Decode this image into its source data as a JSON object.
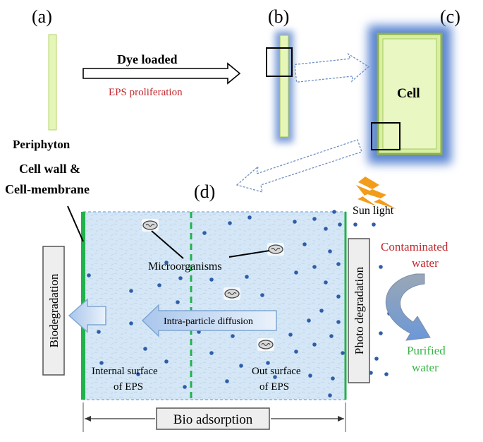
{
  "panels": {
    "a": "(a)",
    "b": "(b)",
    "c": "(c)",
    "d": "(d)"
  },
  "labels": {
    "periphyton": "Periphyton",
    "dye_loaded": "Dye loaded",
    "eps_proliferation": "EPS proliferation",
    "cell": "Cell",
    "cell_wall_line1": "Cell wall &",
    "cell_wall_line2": "Cell-membrane",
    "sun_light": "Sun light",
    "microorganisms": "Microorganisms",
    "contaminated_line1": "Contaminated",
    "contaminated_line2": "water",
    "purified_line1": "Purified",
    "purified_line2": "water",
    "biodegradation": "Biodegradation",
    "photo_degradation": "Photo degradation",
    "intra_particle_diffusion": "Intra-particle  diffusion",
    "internal_surface_line1": "Internal  surface",
    "internal_surface_line2": "of EPS",
    "out_surface_line1": "Out surface",
    "out_surface_line2": "of EPS",
    "bio_adsorption": "Bio adsorption"
  },
  "colors": {
    "eps_red": "#c0282d",
    "purified_green": "#3bb54a",
    "cell_wall_green": "#22b24c",
    "strip_fill": "#e6f5b8",
    "glow_blue": "#6f93d4",
    "eps_region": "#cfe3f4",
    "dot_blue": "#2f5ea8",
    "bolt_orange": "#f39c1a"
  }
}
